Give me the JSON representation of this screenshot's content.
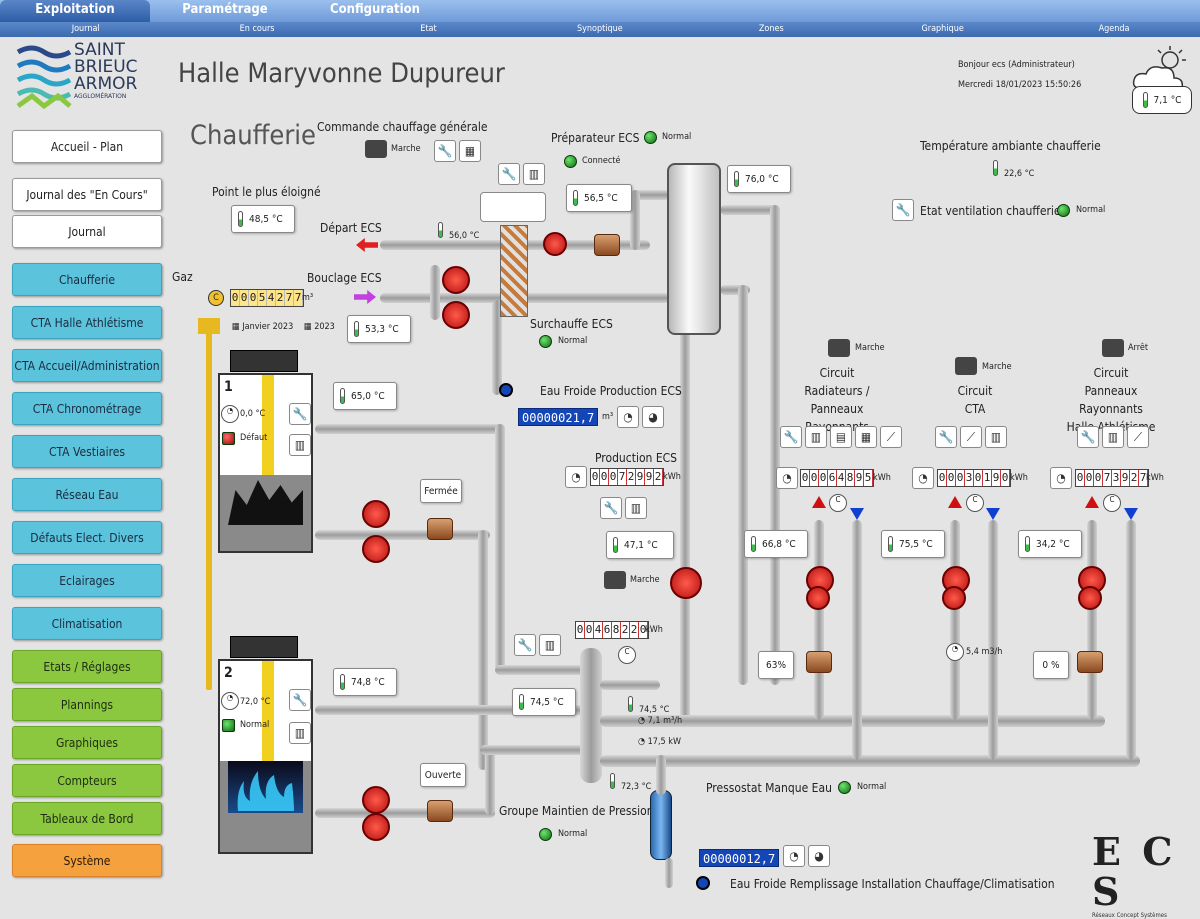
{
  "nav": {
    "tabs": [
      "Exploitation",
      "Paramétrage",
      "Configuration"
    ],
    "subtabs": [
      "Journal",
      "En cours",
      "Etat",
      "Synoptique",
      "Zones",
      "Graphique",
      "Agenda"
    ]
  },
  "logo": {
    "line1": "SAINT",
    "line2": "BRIEUC",
    "line3": "ARMOR",
    "line4": "AGGLOMÉRATION"
  },
  "header": {
    "site": "Halle Maryvonne Dupureur",
    "page": "Chaufferie",
    "greeting": "Bonjour ecs (Administrateur)",
    "datetime": "Mercredi 18/01/2023 15:50:26",
    "outdoor_temp": "7,1",
    "unit_c": "°C"
  },
  "sidebar": {
    "white": [
      "Accueil - Plan",
      "Journal des \"En Cours\"",
      "Journal"
    ],
    "cyan": [
      "Chaufferie",
      "CTA Halle Athlétisme",
      "CTA Accueil/Administration",
      "CTA Chronométrage",
      "CTA Vestiaires",
      "Réseau Eau",
      "Défauts Elect. Divers",
      "Eclairages",
      "Climatisation"
    ],
    "green": [
      "Etats / Réglages",
      "Plannings",
      "Graphiques",
      "Compteurs",
      "Tableaux de Bord"
    ],
    "orange": [
      "Système"
    ]
  },
  "labels": {
    "cmd_chauffage": "Commande chauffage générale",
    "marche": "Marche",
    "arret": "Arrêt",
    "preparateur": "Préparateur ECS",
    "normal": "Normal",
    "connecte": "Connecté",
    "point_eloigne": "Point le plus éloigné",
    "depart_ecs": "Départ ECS",
    "bouclage_ecs": "Bouclage ECS",
    "gaz": "Gaz",
    "gas_unit": "m³",
    "janvier": "Janvier 2023",
    "annee": "2023",
    "surchauffe": "Surchauffe ECS",
    "eau_froide_prod": "Eau Froide Production ECS",
    "production_ecs": "Production ECS",
    "kwh": "kWh",
    "m3": "m³",
    "temp_ambiante": "Température ambiante chaufferie",
    "etat_ventilation": "Etat ventilation chaufferie",
    "circuit_rad": "Circuit\nRadiateurs /\nPanneaux Rayonnants",
    "circuit_cta": "Circuit\nCTA",
    "circuit_halle": "Circuit\nPanneaux Rayonnants\nHalle Athlétisme",
    "fermee": "Fermée",
    "ouverte": "Ouverte",
    "defaut": "Défaut",
    "groupe_maintien": "Groupe Maintien de Pression",
    "pressostat": "Pressostat Manque Eau",
    "eau_froide_remplissage": "Eau Froide Remplissage Installation Chauffage/Climatisation",
    "boiler1_num": "1",
    "boiler2_num": "2"
  },
  "values": {
    "t_point_eloigne": "48,5",
    "t_depart_ecs": "56,0",
    "t_bouclage": "53,3",
    "t_prep_in": "56,5",
    "t_prep_top": "76,0",
    "t_ambiante": "22,6",
    "gas_counter": "00054277",
    "eau_froide_prod": "00000021,7",
    "prod_ecs_counter": "00072992",
    "t_prod_ecs": "47,1",
    "t_b1_out": "65,0",
    "b1_temp": "0,0",
    "t_b2_out": "74,8",
    "b2_temp": "72,0",
    "t_collecteur": "74,5",
    "energy_counter": "00468220",
    "t_retour": "74,5",
    "debit": "7,1 m³/h",
    "puissance": "17,5 kW",
    "t_maintien": "72,3",
    "rad_counter": "00064895",
    "t_rad": "66,8",
    "rad_valve": "63%",
    "cta_counter": "00030190",
    "t_cta": "75,5",
    "cta_flow": "5,4 m3/h",
    "halle_counter": "00073927",
    "t_halle": "34,2",
    "halle_valve": "0 %",
    "remplissage": "00000012,7"
  },
  "brand": {
    "name": "E C S",
    "sub": "Réseaux Concept Systèmes"
  },
  "colors": {
    "cyan": "#5bc3dc",
    "green": "#8bc83f",
    "orange": "#f5a13e",
    "lcd": "#1446b8"
  }
}
